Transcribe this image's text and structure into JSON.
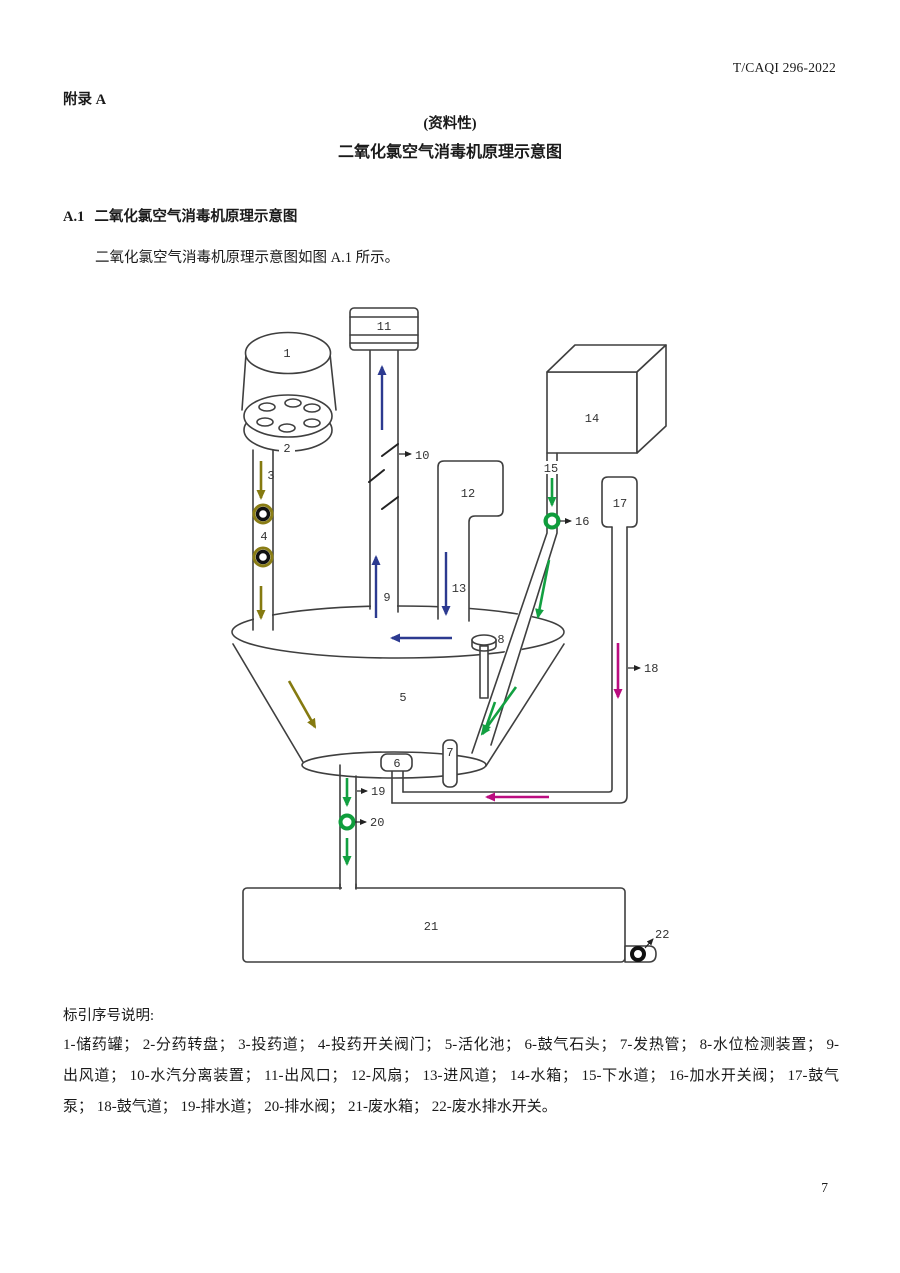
{
  "page": {
    "doc_number": "T/CAQI 296-2022",
    "appendix_label": "附录 A",
    "informative_label": "(资料性)",
    "title": "二氧化氯空气消毒机原理示意图",
    "section_no": "A.1",
    "section_title": "二氧化氯空气消毒机原理示意图",
    "intro": "二氧化氯空气消毒机原理示意图如图 A.1 所示。",
    "page_number": "7"
  },
  "legend": {
    "heading": "标引序号说明:",
    "lines": [
      "1-储药罐； 2-分药转盘； 3-投药道； 4-投药开关阀门； 5-活化池； 6-鼓气石头； 7-发热管； 8-水位检测装置； 9-",
      "出风道； 10-水汽分离装置； 11-出风口； 12-风扇； 13-进风道； 14-水箱； 15-下水道； 16-加水开关阀； 17-鼓气",
      "泵； 18-鼓气道； 19-排水道； 20-排水阀； 21-废水箱； 22-废水排水开关。"
    ]
  },
  "diagram": {
    "labels": {
      "n1": "1",
      "n2": "2",
      "n3": "3",
      "n4": "4",
      "n5": "5",
      "n6": "6",
      "n7": "7",
      "n8": "8",
      "n9": "9",
      "n10": "10",
      "n11": "11",
      "n12": "12",
      "n13": "13",
      "n14": "14",
      "n15": "15",
      "n16": "16",
      "n17": "17",
      "n18": "18",
      "n19": "19",
      "n20": "20",
      "n21": "21",
      "n22": "22"
    },
    "parts": [
      {
        "no": "1",
        "name": "储药罐"
      },
      {
        "no": "2",
        "name": "分药转盘"
      },
      {
        "no": "3",
        "name": "投药道"
      },
      {
        "no": "4",
        "name": "投药开关阀门"
      },
      {
        "no": "5",
        "name": "活化池"
      },
      {
        "no": "6",
        "name": "鼓气石头"
      },
      {
        "no": "7",
        "name": "发热管"
      },
      {
        "no": "8",
        "name": "水位检测装置"
      },
      {
        "no": "9",
        "name": "出风道"
      },
      {
        "no": "10",
        "name": "水汽分离装置"
      },
      {
        "no": "11",
        "name": "出风口"
      },
      {
        "no": "12",
        "name": "风扇"
      },
      {
        "no": "13",
        "name": "进风道"
      },
      {
        "no": "14",
        "name": "水箱"
      },
      {
        "no": "15",
        "name": "下水道"
      },
      {
        "no": "16",
        "name": "加水开关阀"
      },
      {
        "no": "17",
        "name": "鼓气泵"
      },
      {
        "no": "18",
        "name": "鼓气道"
      },
      {
        "no": "19",
        "name": "排水道"
      },
      {
        "no": "20",
        "name": "排水阀"
      },
      {
        "no": "21",
        "name": "废水箱"
      },
      {
        "no": "22",
        "name": "废水排水开关"
      }
    ],
    "colors": {
      "line": "#3f3f3f",
      "airflow_blue": "#2c3a90",
      "chemical_olive": "#857a10",
      "water_green": "#12a041",
      "airpump_magenta": "#bb0d80"
    }
  }
}
